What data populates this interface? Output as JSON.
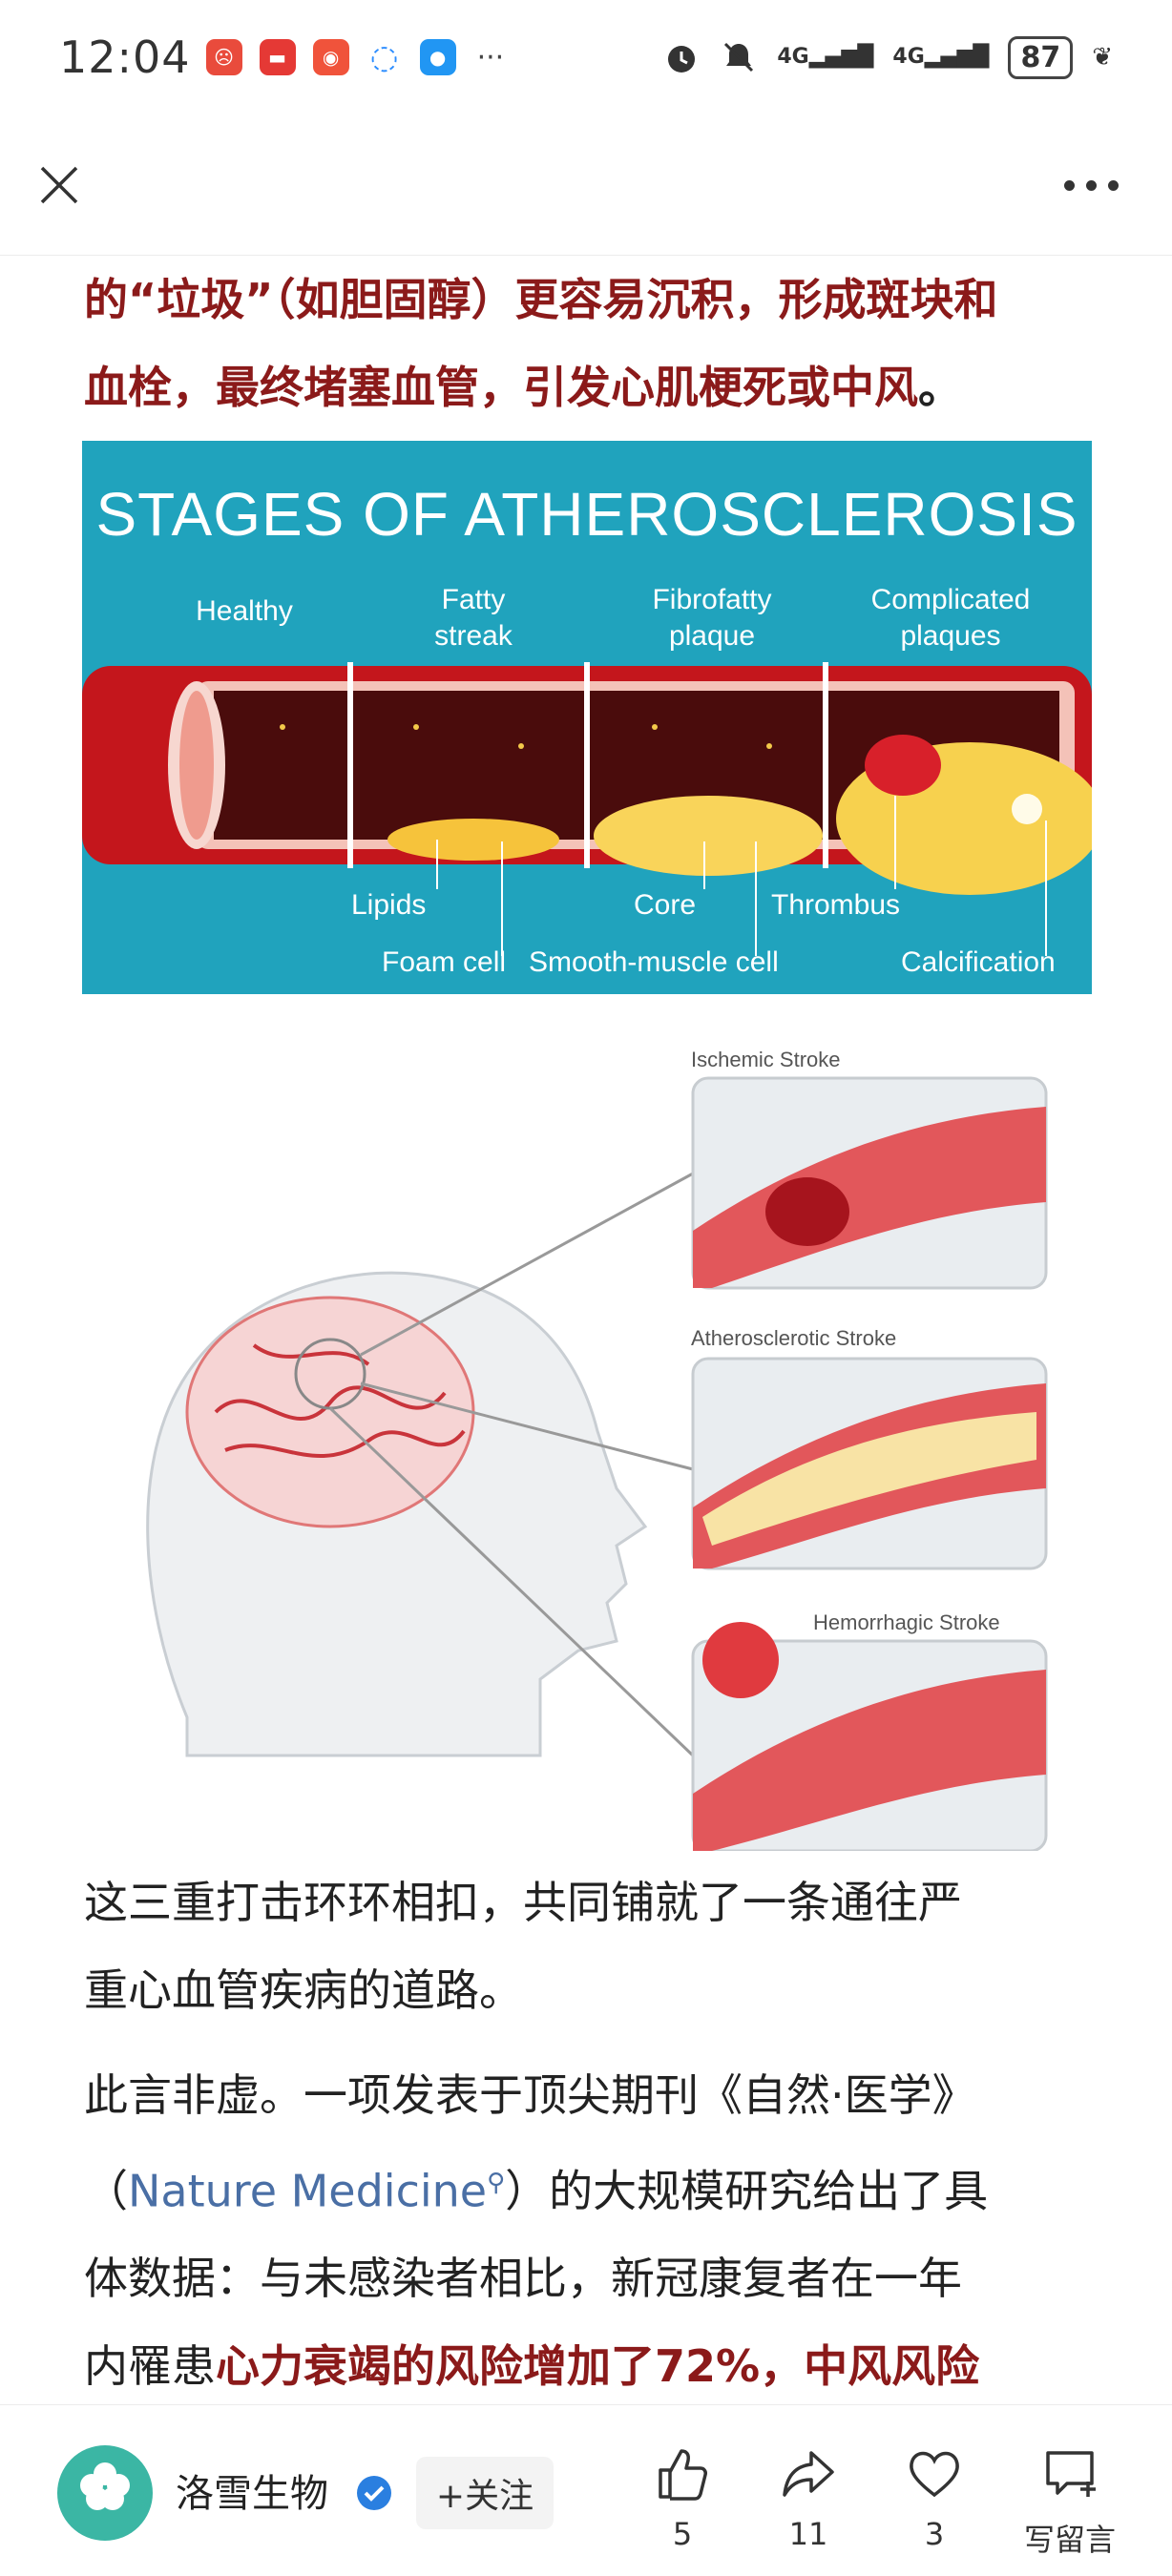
{
  "status_bar": {
    "time": "12:04",
    "more_notifications": "···",
    "signal_1": "4G",
    "signal_2": "4G",
    "battery": "87"
  },
  "article": {
    "para1_line1": "的“垃圾”（如胆固醇）更容易沉积，形成斑块和",
    "para1_line2_bold": "血栓，最终堵塞血管，引发心肌梗死或中风",
    "para1_line2_end": "。",
    "para2_line1": "这三重打击环环相扣，共同铺就了一条通往严",
    "para2_line2": "重心血管疾病的道路。",
    "para3_line1": "此言非虚。一项发表于顶尖期刊《自然·医学》",
    "para3_line2_pre": "（",
    "para3_link": "Nature Medicine",
    "para3_line2_post": "）的大规模研究给出了具",
    "para3_line3": "体数据：与未感染者相比，新冠康复者在一年",
    "para3_line4_pre": "内罹患",
    "para3_line4_bold": "心力衰竭的风险增加了72%，中风风险"
  },
  "figure1": {
    "title": "STAGES OF ATHEROSCLEROSIS",
    "stage_healthy": "Healthy",
    "stage_fatty_1": "Fatty",
    "stage_fatty_2": "streak",
    "stage_fibro_1": "Fibrofatty",
    "stage_fibro_2": "plaque",
    "stage_comp_1": "Complicated",
    "stage_comp_2": "plaques",
    "label_lipids": "Lipids",
    "label_foam": "Foam cell",
    "label_core": "Core",
    "label_smooth": "Smooth-muscle cell",
    "label_thrombus": "Thrombus",
    "label_calc": "Calcification"
  },
  "figure2": {
    "label_ischemic": "Ischemic Stroke",
    "label_athero": "Atherosclerotic Stroke",
    "label_hemorrhagic": "Hemorrhagic Stroke"
  },
  "bottom_bar": {
    "author": "洛雪生物",
    "follow_label": "+关注",
    "like_count": "5",
    "share_count": "11",
    "favorite_count": "3",
    "comment_label": "写留言"
  },
  "colors": {
    "accent_red": "#8b1a1a",
    "link_blue": "#4a6fa5",
    "figure_teal": "#20a3bd"
  }
}
